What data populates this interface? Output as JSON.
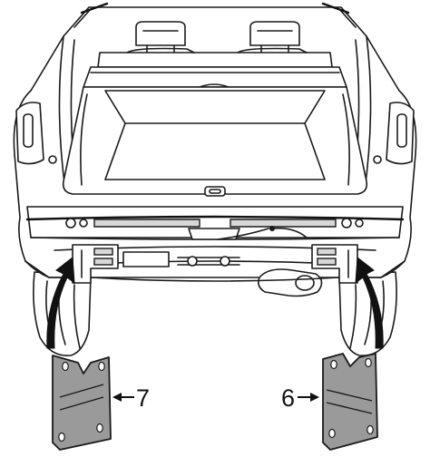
{
  "diagram": {
    "parts": [
      {
        "id": "7",
        "label": "7",
        "side": "left"
      },
      {
        "id": "6",
        "label": "6",
        "side": "right"
      }
    ],
    "colors": {
      "line": "#1a1a1a",
      "plate_fill": "#9a9a9a",
      "background": "#ffffff"
    }
  }
}
